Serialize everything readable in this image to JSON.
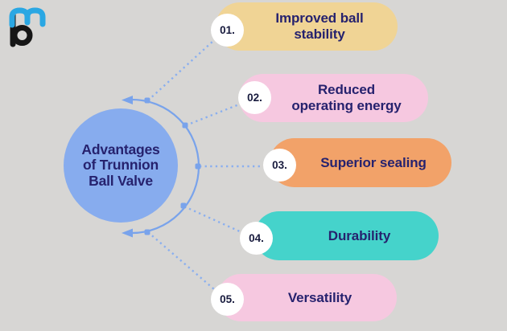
{
  "colors": {
    "background": "#D7D6D4",
    "circle_fill": "#87ACEE",
    "connector": "#79A3EB",
    "connector_dash": "#8AAFEF",
    "title_text": "#26226E",
    "item_text": "#26226E",
    "number_text": "#181B3E",
    "badge_fill": "#FFFFFF",
    "logo_blue": "#2AA7E3",
    "logo_black": "#161616"
  },
  "logo": {
    "name": "pm-logo"
  },
  "center": {
    "title_lines": [
      "Advantages",
      "of Trunnion",
      "Ball Valve"
    ]
  },
  "items": [
    {
      "number": "01.",
      "lines": [
        "Improved ball",
        "stability"
      ],
      "color": "#F0D495"
    },
    {
      "number": "02.",
      "lines": [
        "Reduced",
        "operating energy"
      ],
      "color": "#F6C8E0"
    },
    {
      "number": "03.",
      "lines": [
        "Superior sealing"
      ],
      "color": "#F2A269"
    },
    {
      "number": "04.",
      "lines": [
        "Durability"
      ],
      "color": "#45D3CB"
    },
    {
      "number": "05.",
      "lines": [
        "Versatility"
      ],
      "color": "#F6C8E0"
    }
  ]
}
